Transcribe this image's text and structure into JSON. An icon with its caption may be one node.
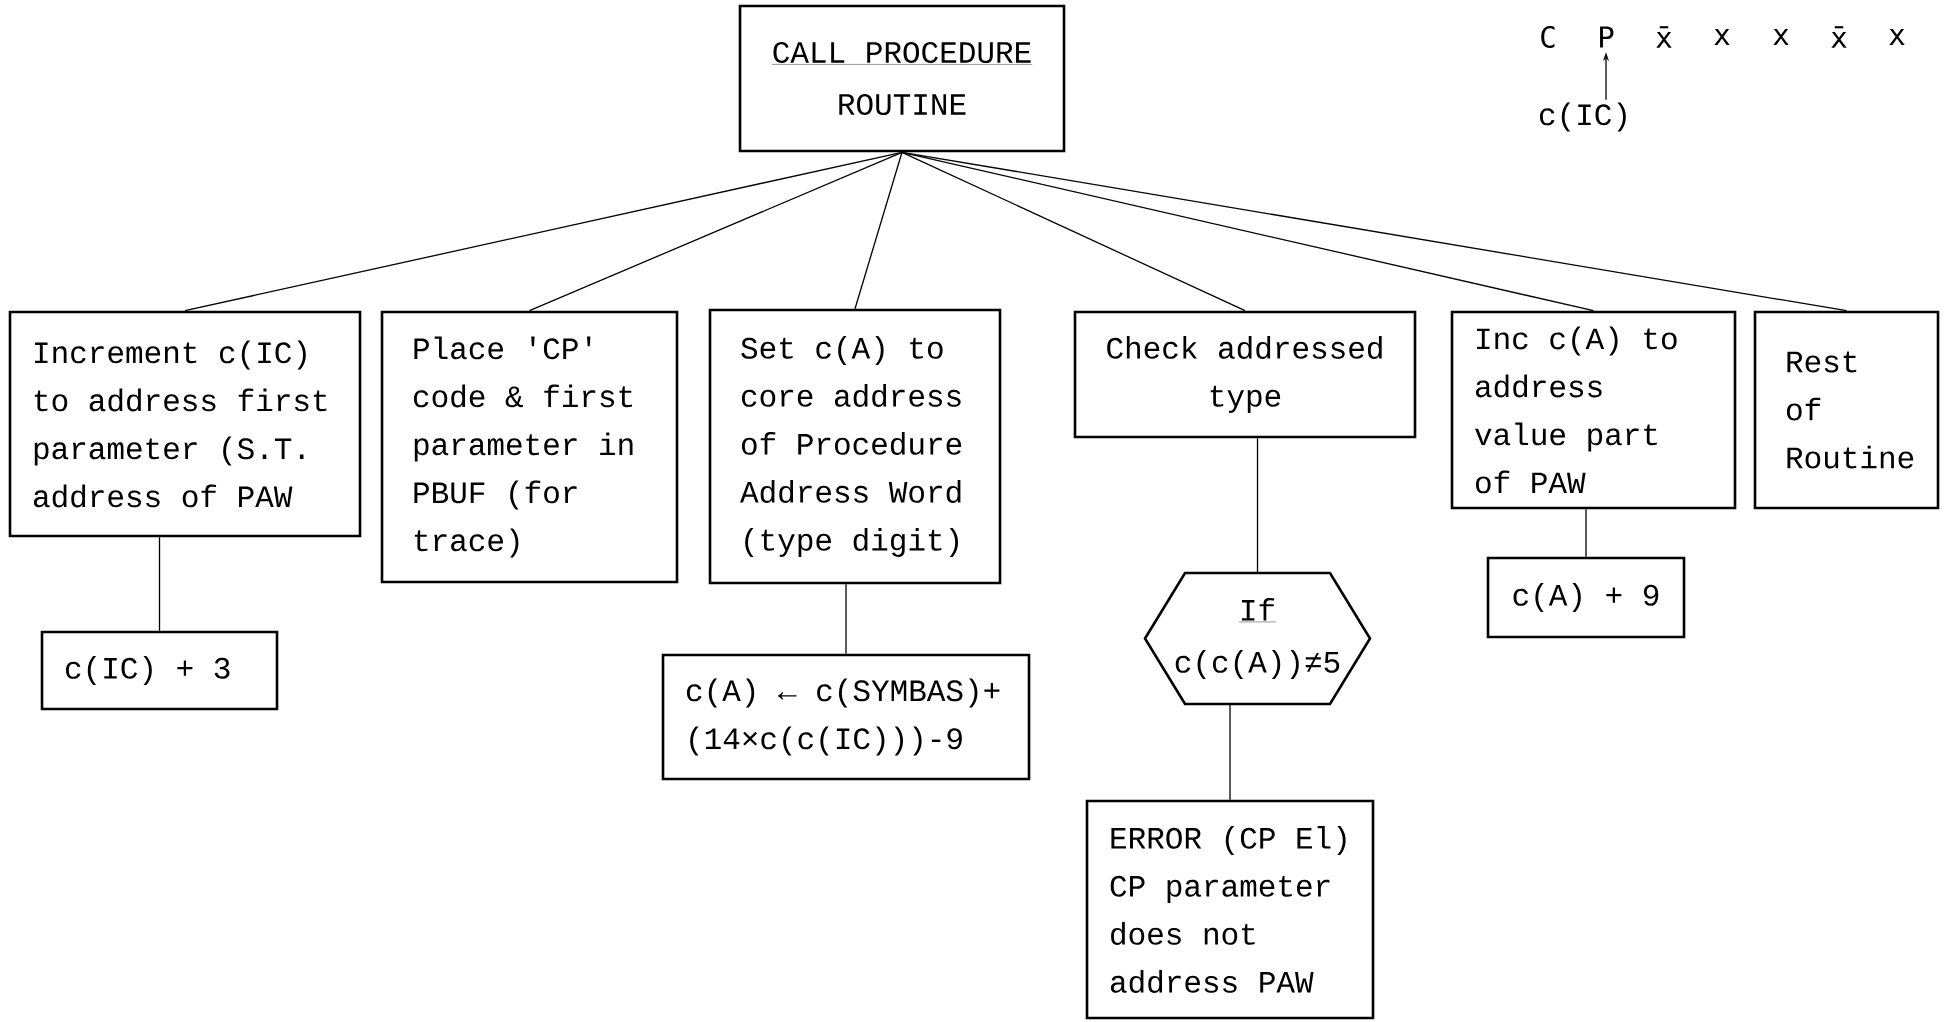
{
  "diagram": {
    "nodes": [
      {
        "text": [
          "CALL PROCEDURE",
          "ROUTINE"
        ]
      },
      {
        "text": [
          "Increment c(IC) to address first parameter (S.T. address of PAW"
        ]
      },
      {
        "text": [
          "c(IC) + 3"
        ]
      },
      {
        "text": [
          "Place 'CP' code & first parameter in PBUF (for trace)"
        ]
      },
      {
        "text": [
          "Set c(A) to core address of Procedure Address Word (type digit)"
        ]
      },
      {
        "text": [
          "c(A) ← c(SYMBAS)+ (14×c(c(IC)))-9"
        ]
      },
      {
        "text": [
          "Check addressed type"
        ]
      },
      {
        "text": [
          "If",
          "c(c(A))≠5"
        ]
      },
      {
        "text": [
          "ERROR (CP El) CP parameter does not address PAW"
        ]
      },
      {
        "text": [
          "Inc c(A) to address value part of PAW"
        ]
      },
      {
        "text": [
          "c(A) + 9"
        ]
      },
      {
        "text": [
          "Rest of Routine"
        ]
      },
      {
        "text": [
          "P"
        ]
      },
      {
        "text": [
          "c(IC)"
        ]
      }
    ],
    "edges": [
      {
        "from": 0,
        "to": 1,
        "arrow": "none"
      },
      {
        "from": 1,
        "to": 2,
        "arrow": "none"
      },
      {
        "from": 0,
        "to": 3,
        "arrow": "none"
      },
      {
        "from": 0,
        "to": 4,
        "arrow": "none"
      },
      {
        "from": 4,
        "to": 5,
        "arrow": "none"
      },
      {
        "from": 0,
        "to": 6,
        "arrow": "none"
      },
      {
        "from": 6,
        "to": 7,
        "arrow": "none"
      },
      {
        "from": 7,
        "to": 8,
        "arrow": "none"
      },
      {
        "from": 0,
        "to": 9,
        "arrow": "none"
      },
      {
        "from": 9,
        "to": 10,
        "arrow": "none"
      },
      {
        "from": 0,
        "to": 11,
        "arrow": "none"
      },
      {
        "from": 13,
        "to": 12,
        "arrow": "to"
      }
    ],
    "labels": [
      "C",
      "x̄",
      "x",
      "x",
      "x̄",
      "x"
    ]
  }
}
